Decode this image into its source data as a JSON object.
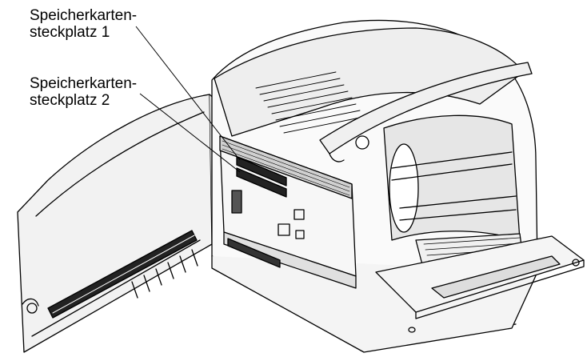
{
  "callouts": [
    {
      "line1": "Speicherkarten-",
      "line2": "steckplatz 1"
    },
    {
      "line1": "Speicherkarten-",
      "line2": "steckplatz 2"
    }
  ],
  "colors": {
    "line": "#000000",
    "fill": "#ffffff",
    "shade": "#e8e8e8",
    "dark": "#333333"
  }
}
